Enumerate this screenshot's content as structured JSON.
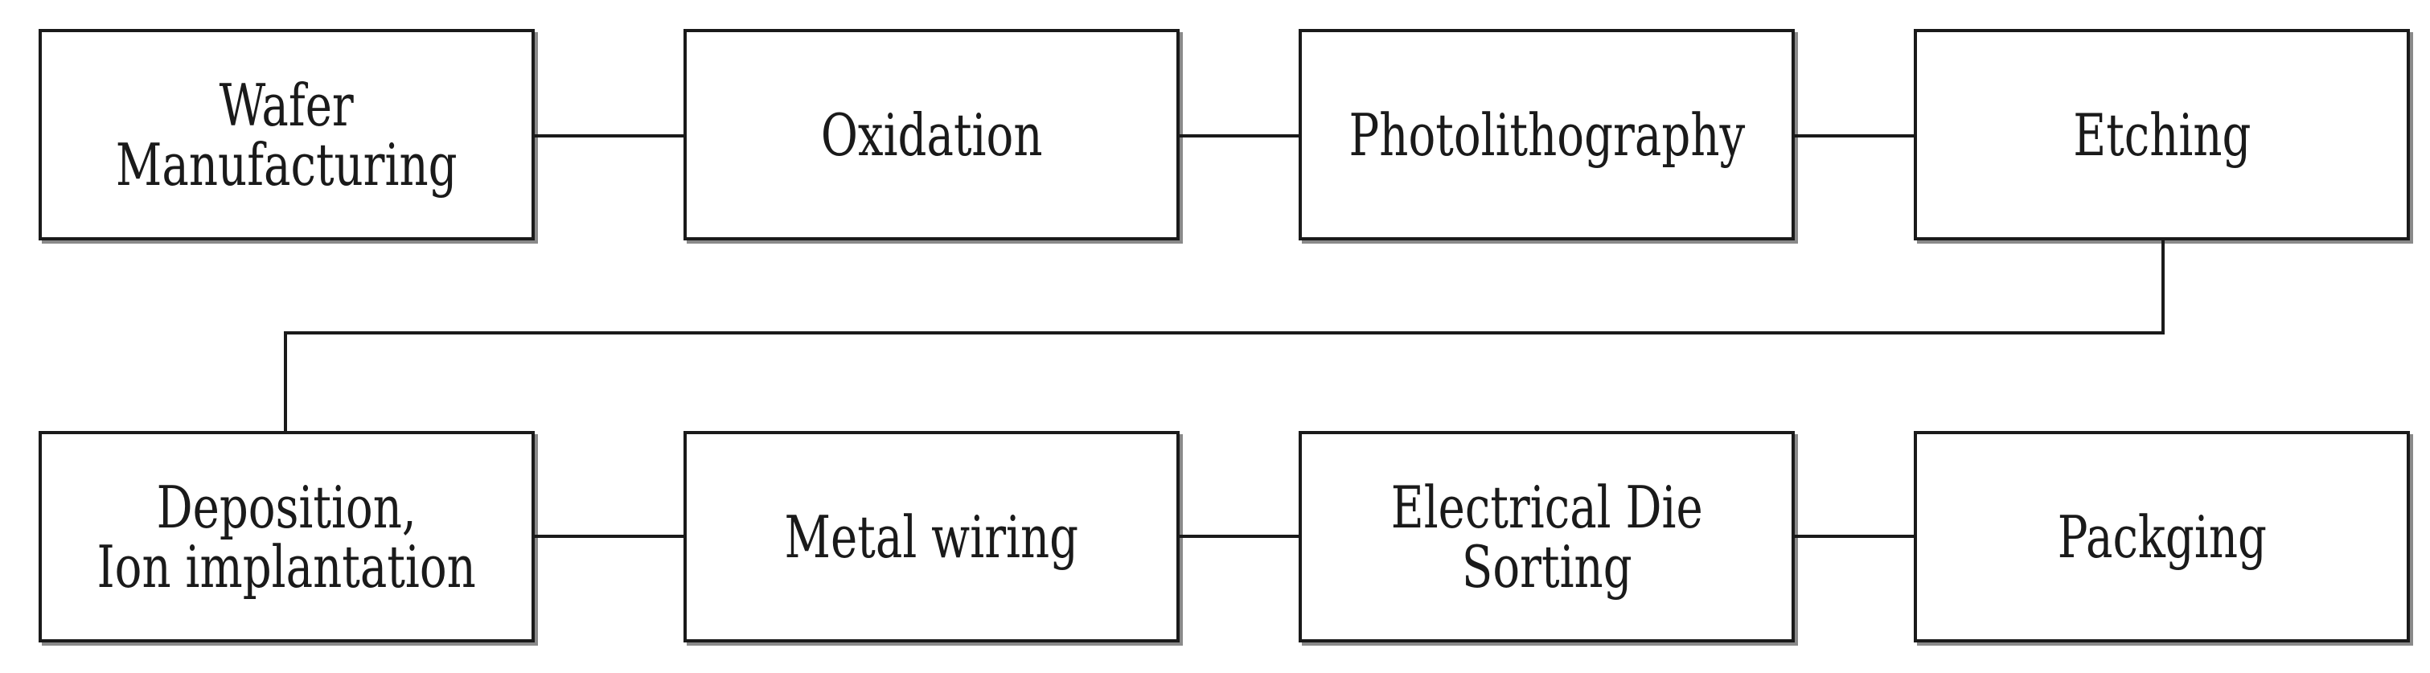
{
  "steps": [
    {
      "lines": [
        "Wafer",
        "Manufacturing"
      ]
    },
    {
      "lines": [
        "Oxidation"
      ]
    },
    {
      "lines": [
        "Photolithography"
      ]
    },
    {
      "lines": [
        "Etching"
      ]
    },
    {
      "lines": [
        "Deposition,",
        "Ion implantation"
      ]
    },
    {
      "lines": [
        "Metal wiring"
      ]
    },
    {
      "lines": [
        "Electrical Die",
        "Sorting"
      ]
    },
    {
      "lines": [
        "Packging"
      ]
    }
  ],
  "colors": {
    "stroke": "#1a1a1a",
    "shadow": "#8a8a8a",
    "background": "#ffffff"
  }
}
